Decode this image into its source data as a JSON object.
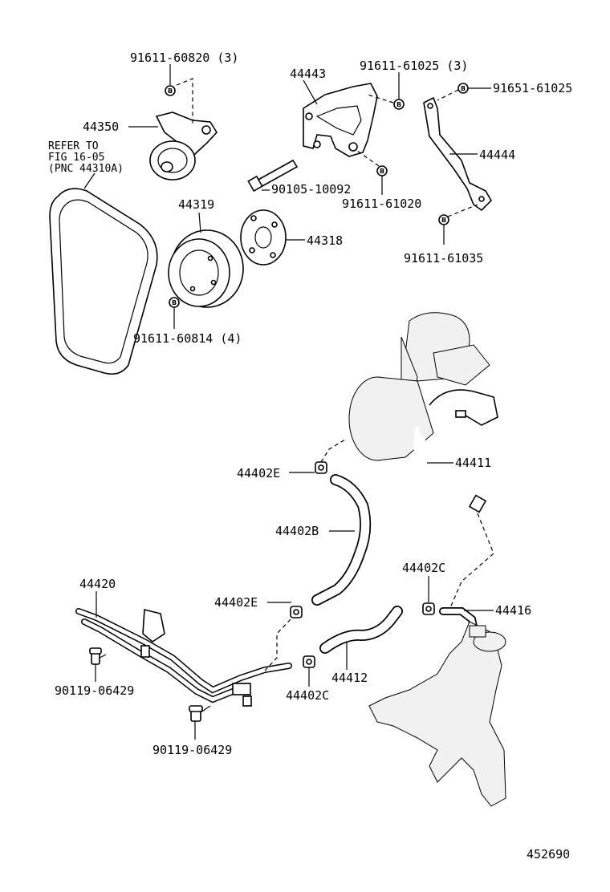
{
  "labels": {
    "l_91611_60820": "91611-60820 (3)",
    "l_44350": "44350",
    "l_refer_1": "REFER TO",
    "l_refer_2": "FIG 16-05",
    "l_refer_3": "(PNC 44310A)",
    "l_44443": "44443",
    "l_91611_61025": "91611-61025 (3)",
    "l_91651_61025": "91651-61025",
    "l_44444": "44444",
    "l_90105_10092": "90105-10092",
    "l_91611_61020": "91611-61020",
    "l_44319": "44319",
    "l_44318": "44318",
    "l_91611_61035": "91611-61035",
    "l_91611_60814": "91611-60814 (4)",
    "l_44411": "44411",
    "l_44402E_top": "44402E",
    "l_44402B": "44402B",
    "l_44420": "44420",
    "l_44402E_mid": "44402E",
    "l_44402C_top": "44402C",
    "l_44416": "44416",
    "l_44412": "44412",
    "l_44402C_bot": "44402C",
    "l_90119_a": "90119-06429",
    "l_90119_b": "90119-06429",
    "l_ref_number": "452690"
  },
  "bolt_letter": "B"
}
